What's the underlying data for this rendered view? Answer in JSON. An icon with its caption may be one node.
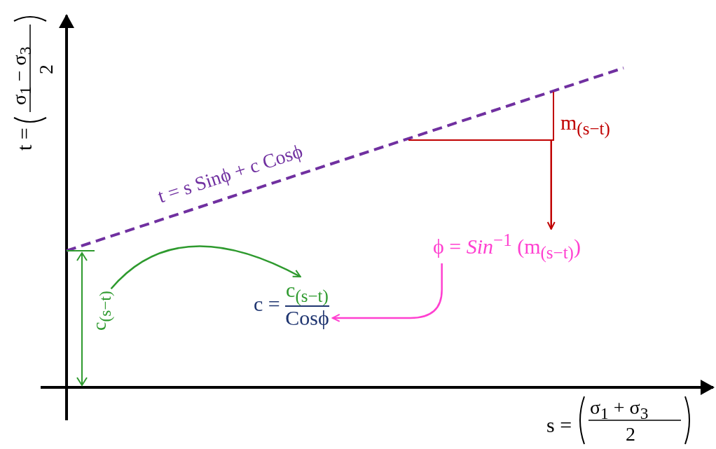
{
  "diagram": {
    "nodes": [
      {
        "text": [
          "c$_{(s−t)}$"
        ]
      },
      {
        "text": [
          "m$_{(s−t)}$"
        ]
      },
      {
        "text": [
          "ϕ = *Sin*$^{−1}$ (m$_{(s−t)}$)"
        ]
      },
      {
        "text": [
          "c =",
          "c$_{(s−t)}$",
          "Cosϕ"
        ]
      }
    ],
    "edges": [
      {
        "from": 0,
        "to": 3,
        "arrow": "to",
        "color": "#2e9a2e"
      },
      {
        "from": 1,
        "to": 2,
        "arrow": "to",
        "color": "#c00000"
      },
      {
        "from": 2,
        "to": 3,
        "arrow": "to",
        "color": "#ff40d0"
      }
    ],
    "labels": [
      "t =",
      "σ$_{1}$ − σ$_{3}$",
      "2",
      "t =  s Sinϕ + c Cosϕ",
      "s =",
      "σ$_{1}$ + σ$_{3}$",
      "2"
    ]
  }
}
